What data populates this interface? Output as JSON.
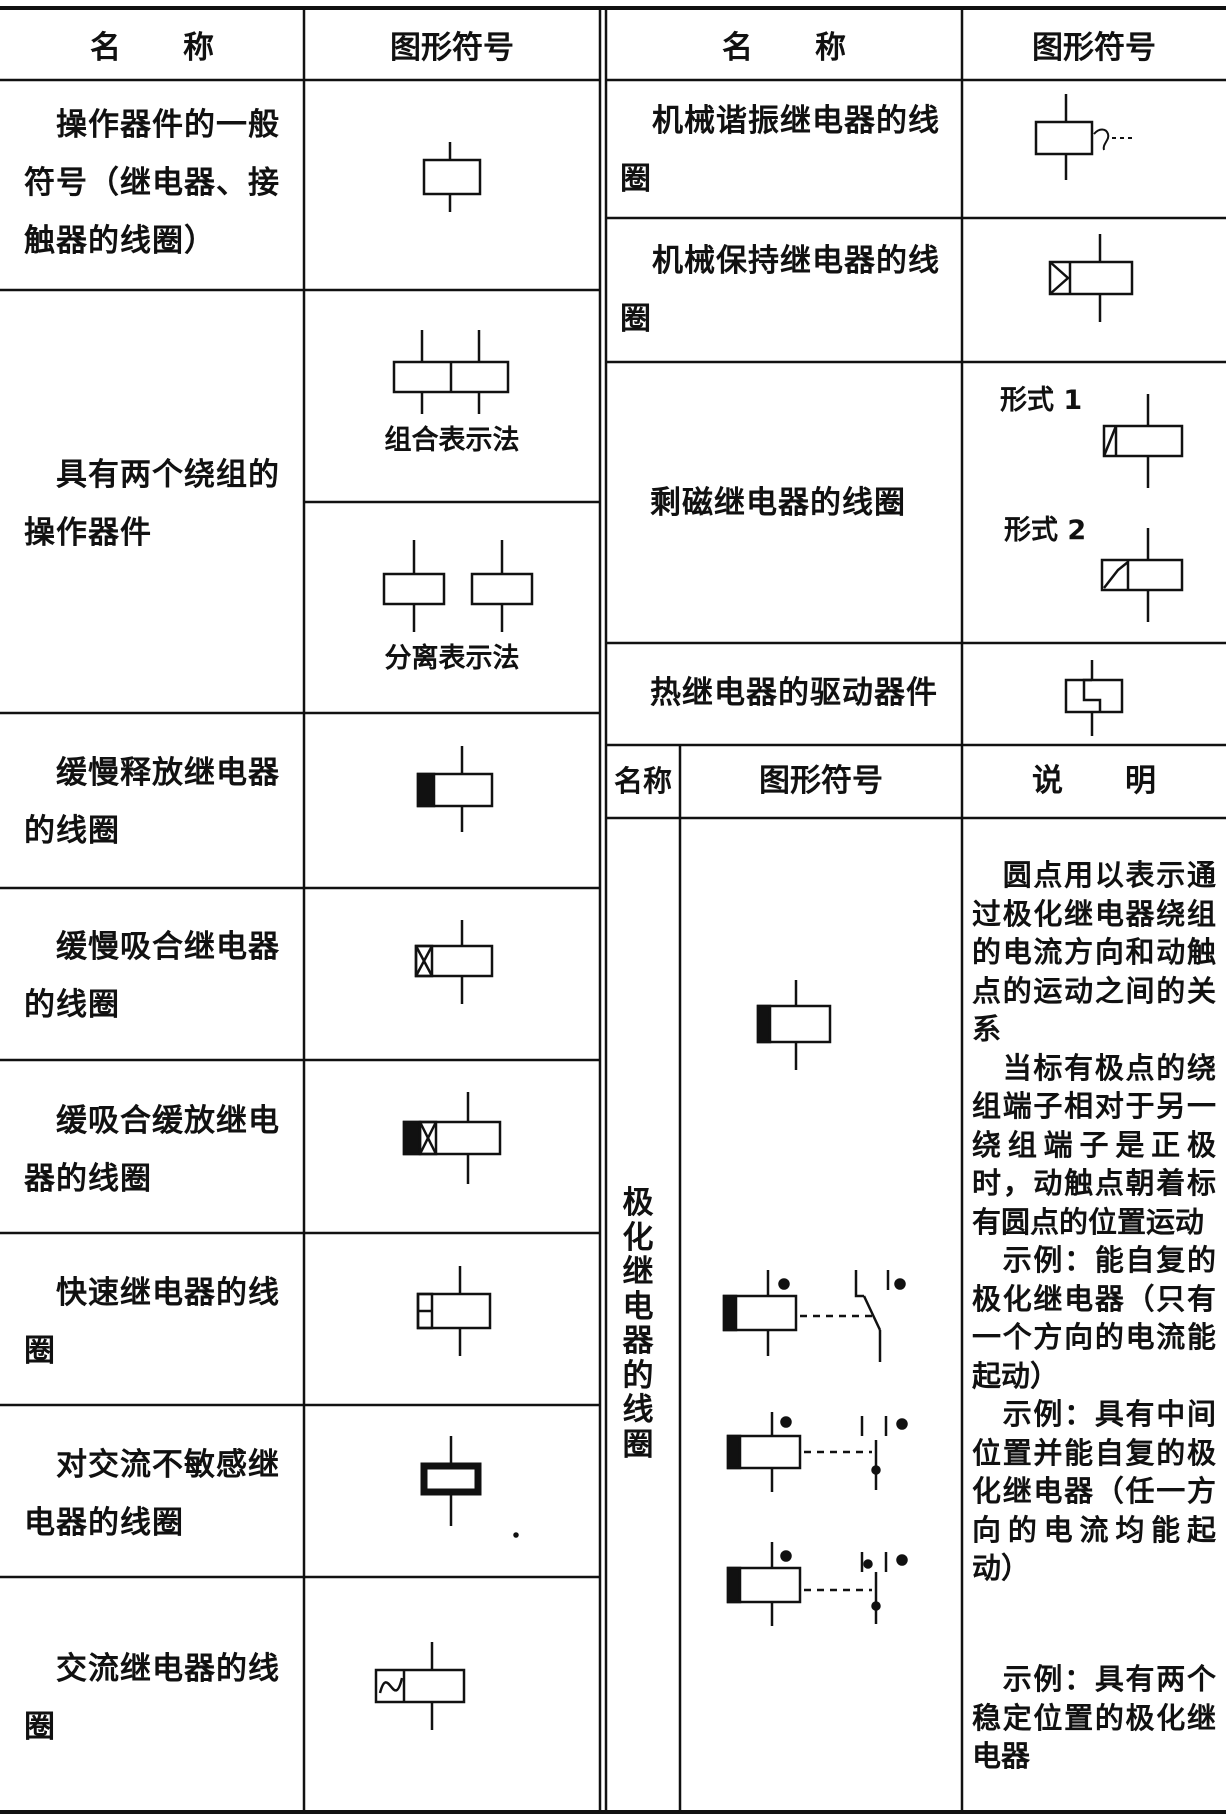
{
  "header_left": {
    "name": "名　　称",
    "symbol": "图形符号"
  },
  "header_right": {
    "name": "名　　称",
    "symbol": "图形符号"
  },
  "header_polar": {
    "name": "名称",
    "symbol": "图形符号",
    "note": "说　　明"
  },
  "left_rows": [
    {
      "name_l1": "　操作器件的一般",
      "name_l2": "符号（继电器、接",
      "name_l3": "触器的线圈）",
      "symbol": "general-coil-symbol"
    },
    {
      "name_l1": "　具有两个绕组的",
      "name_l2": "操作器件",
      "caption_combined": "组合表示法",
      "caption_separate": "分离表示法",
      "symbol": "two-winding-symbol"
    },
    {
      "name_l1": "　缓慢释放继电器",
      "name_l2": "的线圈",
      "symbol": "slow-release-coil-symbol"
    },
    {
      "name_l1": "　缓慢吸合继电器",
      "name_l2": "的线圈",
      "symbol": "slow-operate-coil-symbol"
    },
    {
      "name_l1": "　缓吸合缓放继电",
      "name_l2": "器的线圈",
      "symbol": "slow-operate-release-coil-symbol"
    },
    {
      "name_l1": "　快速继电器的线",
      "name_l2": "圈",
      "symbol": "fast-relay-coil-symbol"
    },
    {
      "name_l1": "　对交流不敏感继",
      "name_l2": "电器的线圈",
      "symbol": "ac-insensitive-coil-symbol"
    },
    {
      "name_l1": "　交流继电器的线",
      "name_l2": "圈",
      "symbol": "ac-relay-coil-symbol"
    }
  ],
  "right_rows": [
    {
      "name_l1": "　机械谐振继电器的线",
      "name_l2": "圈",
      "symbol": "resonant-relay-coil-symbol"
    },
    {
      "name_l1": "　机械保持继电器的线",
      "name_l2": "圈",
      "symbol": "latching-relay-coil-symbol"
    },
    {
      "name": "剩磁继电器的线圈",
      "form1": "形式 1",
      "form2": "形式 2",
      "symbol": "remanent-relay-coil-symbol"
    },
    {
      "name": "热继电器的驱动器件",
      "symbol": "thermal-relay-element-symbol"
    }
  ],
  "polar": {
    "name": "极化继电器的线圈",
    "note1": "　圆点用以表示通过极化继电器绕组的电流方向和动触点的运动之间的关系\n　当标有极点的绕组端子相对于另一绕组端子是正极时，动触点朝着标有圆点的位置运动\n　示例：能自复的极化继电器（只有一个方向的电流能起动）\n　示例：具有中间位置并能自复的极化继电器（任一方向的电流均能起动）",
    "note2": "　示例：具有两个稳定位置的极化继电器"
  },
  "colors": {
    "line": "#111111",
    "background": "#ffffff"
  }
}
